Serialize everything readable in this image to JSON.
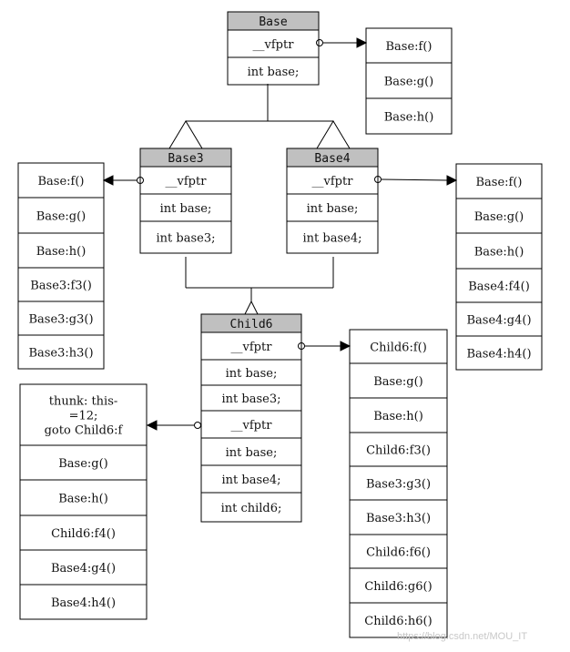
{
  "colors": {
    "header_fill": "#c0c0c0",
    "stroke": "#000000",
    "text": "#111111",
    "watermark": "#c8c8c8"
  },
  "classes": {
    "base": {
      "name": "Base",
      "fields": [
        "__vfptr",
        "int base;"
      ]
    },
    "base3": {
      "name": "Base3",
      "fields": [
        "__vfptr",
        "int base;",
        "int base3;"
      ]
    },
    "base4": {
      "name": "Base4",
      "fields": [
        "__vfptr",
        "int base;",
        "int base4;"
      ]
    },
    "child6": {
      "name": "Child6",
      "fields": [
        "__vfptr",
        "int base;",
        "int base3;",
        "__vfptr",
        "int base;",
        "int base4;",
        "int child6;"
      ]
    }
  },
  "vtables": {
    "base": [
      "Base:f()",
      "Base:g()",
      "Base:h()"
    ],
    "base3": [
      "Base:f()",
      "Base:g()",
      "Base:h()",
      "Base3:f3()",
      "Base3:g3()",
      "Base3:h3()"
    ],
    "base4": [
      "Base:f()",
      "Base:g()",
      "Base:h()",
      "Base4:f4()",
      "Base4:g4()",
      "Base4:h4()"
    ],
    "child6_first": [
      "Child6:f()",
      "Base:g()",
      "Base:h()",
      "Child6:f3()",
      "Base3:g3()",
      "Base3:h3()",
      "Child6:f6()",
      "Child6:g6()",
      "Child6:h6()"
    ],
    "child6_second": [
      "thunk: this-\n=12;\ngoto Child6:f",
      "Base:g()",
      "Base:h()",
      "Child6:f4()",
      "Base4:g4()",
      "Base4:h4()"
    ]
  },
  "watermark": "https://blog.csdn.net/MOU_IT"
}
